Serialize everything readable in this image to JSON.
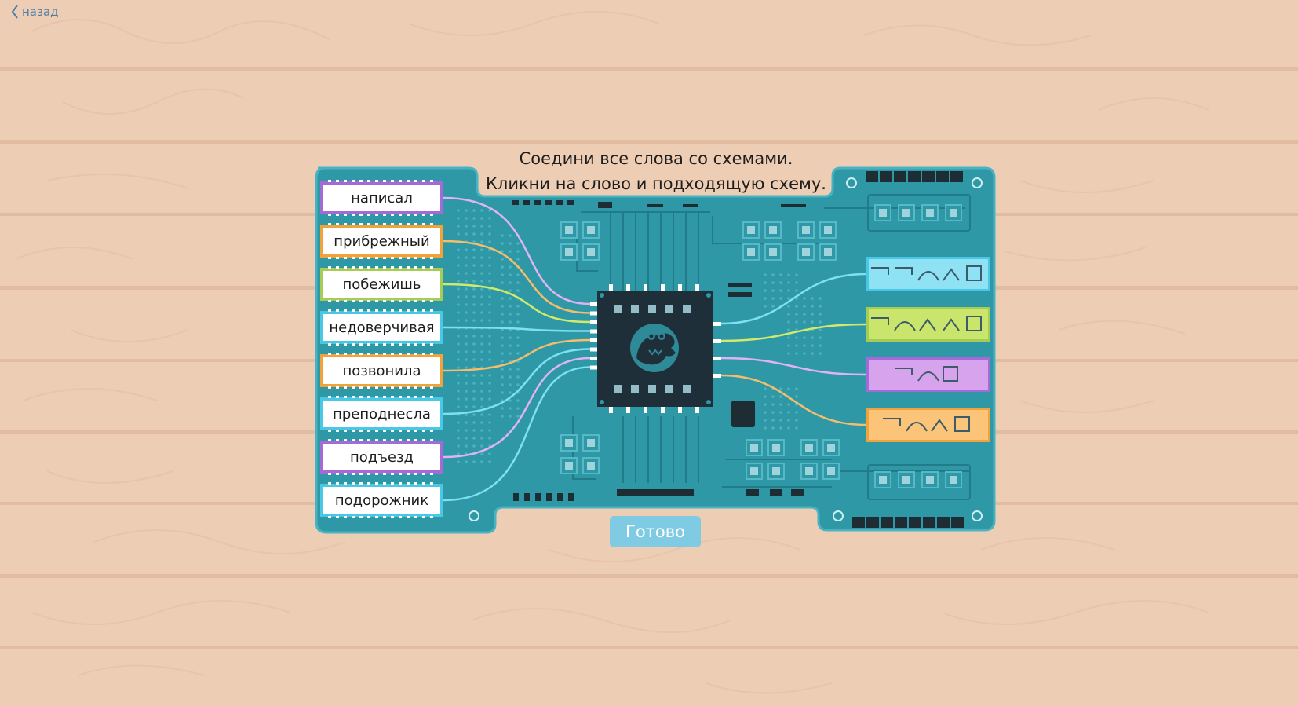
{
  "nav": {
    "back_label": "назад"
  },
  "instruction": {
    "line1": "Соедини все слова со схемами.",
    "line2": "Кликни на слово и подходящую схему."
  },
  "words": [
    {
      "label": "написал",
      "color": "#a46ad8"
    },
    {
      "label": "прибрежный",
      "color": "#f0a33a"
    },
    {
      "label": "побежишь",
      "color": "#a7cc55"
    },
    {
      "label": "недоверчивая",
      "color": "#48c8e4"
    },
    {
      "label": "позвонила",
      "color": "#f0a33a"
    },
    {
      "label": "преподнесла",
      "color": "#48c8e4"
    },
    {
      "label": "подъезд",
      "color": "#a46ad8"
    },
    {
      "label": "подорожник",
      "color": "#48c8e4"
    }
  ],
  "schemes": [
    {
      "name": "scheme-blue",
      "color": "#48c8e4",
      "fill": "#8fe1f4",
      "pattern": [
        "prefix",
        "prefix",
        "root",
        "suffix",
        "ending"
      ]
    },
    {
      "name": "scheme-green",
      "color": "#a7cc55",
      "fill": "#c9e56b",
      "pattern": [
        "prefix",
        "root",
        "suffix",
        "suffix",
        "ending"
      ]
    },
    {
      "name": "scheme-purple",
      "color": "#a46ad8",
      "fill": "#d6a3ec",
      "pattern": [
        "prefix",
        "root",
        "ending"
      ]
    },
    {
      "name": "scheme-orange",
      "color": "#f0a33a",
      "fill": "#fcc479",
      "pattern": [
        "prefix",
        "root",
        "suffix",
        "ending"
      ]
    }
  ],
  "wire_colors": [
    "#e0b4f2",
    "#f5bd6c",
    "#d1ea6b",
    "#7fdff5",
    "#f5bd6c",
    "#7fdff5",
    "#e0b4f2",
    "#7fdff5"
  ],
  "scheme_wire_colors": [
    "#7fdff5",
    "#d1ea6b",
    "#e0b4f2",
    "#f5bd6c"
  ],
  "board_color": "#2e98a6",
  "button": {
    "done_label": "Готово"
  }
}
